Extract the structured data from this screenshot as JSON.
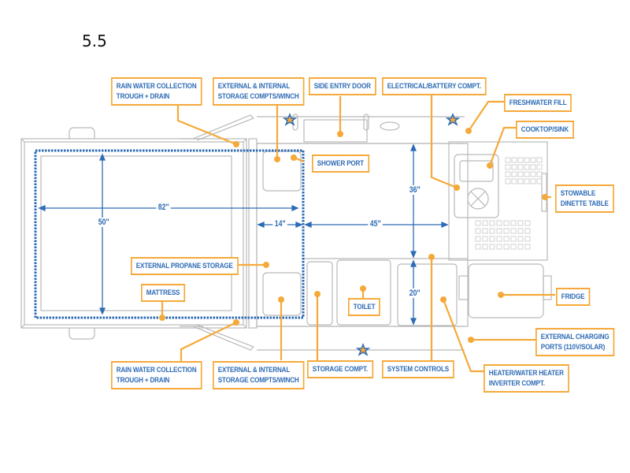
{
  "title": "5.5",
  "colors": {
    "callout_border": "#f5a93a",
    "callout_text": "#2e6bb5",
    "dimension": "#2e6bb5",
    "outline": "#b9b9b9",
    "star": "#2e6bb5"
  },
  "labels": {
    "rain_top": [
      "RAIN WATER COLLECTION",
      "TROUGH + DRAIN"
    ],
    "storage_top": [
      "EXTERNAL & INTERNAL",
      "STORAGE COMPTS/WINCH"
    ],
    "side_entry": "SIDE ENTRY DOOR",
    "electrical": "ELECTRICAL/BATTERY COMPT.",
    "freshwater": "FRESHWATER FILL",
    "cooktop": "COOKTOP/SINK",
    "shower": "SHOWER PORT",
    "dinette": [
      "STOWABLE",
      "DINETTE TABLE"
    ],
    "propane": "EXTERNAL PROPANE STORAGE",
    "mattress": "MATTRESS",
    "toilet": "TOILET",
    "fridge": "FRIDGE",
    "charging": [
      "EXTERNAL CHARGING",
      "PORTS (110V/SOLAR)"
    ],
    "rain_bottom": [
      "RAIN WATER COLLECTION",
      "TROUGH + DRAIN"
    ],
    "storage_bottom": [
      "EXTERNAL & INTERNAL",
      "STORAGE COMPTS/WINCH"
    ],
    "storage_compt": "STORAGE COMPT.",
    "system_controls": "SYSTEM CONTROLS",
    "heater": [
      "HEATER/WATER HEATER",
      "INVERTER COMPT."
    ]
  },
  "dimensions": {
    "bed_length": "82\"",
    "bed_width": "50\"",
    "aisle_left": "14\"",
    "aisle_main": "45\"",
    "galley_depth": "36\"",
    "cabinet_depth": "20\""
  }
}
